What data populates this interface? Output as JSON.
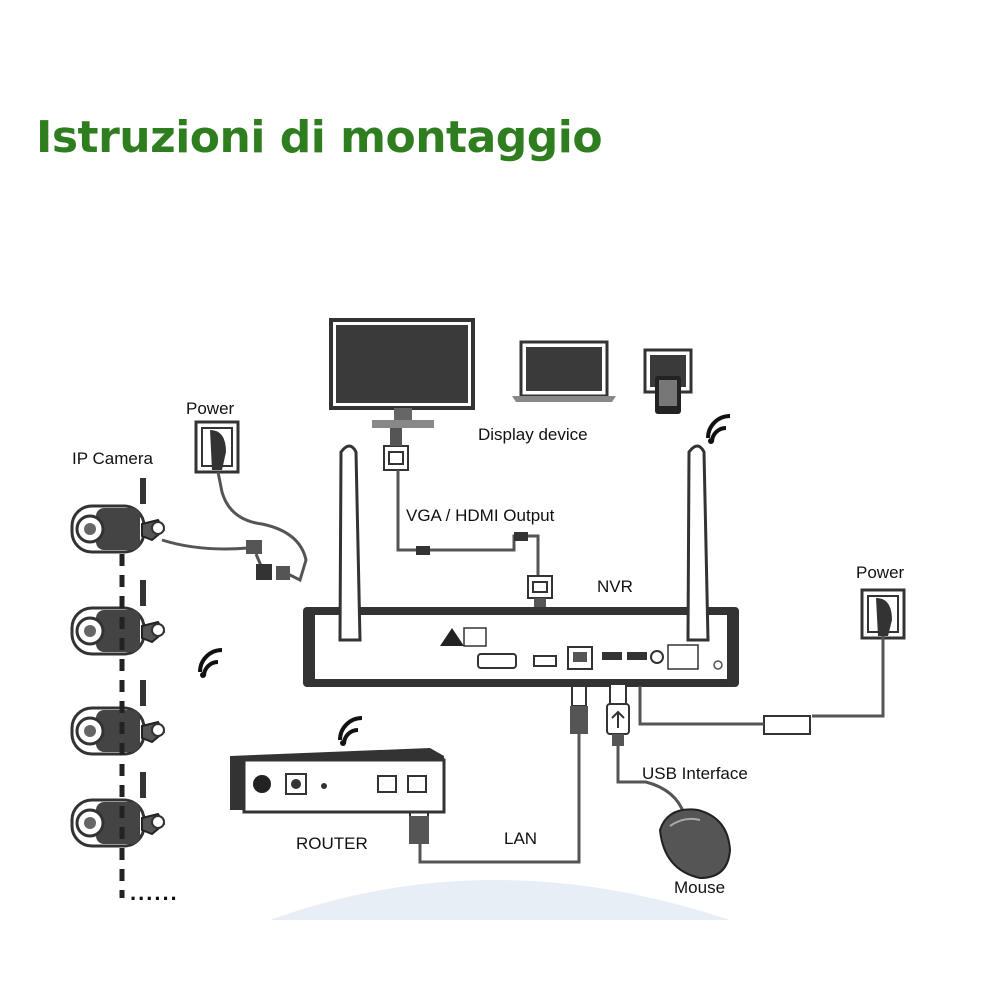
{
  "title": "Istruzioni di montaggio",
  "labels": {
    "power_left": "Power",
    "ip_camera": "IP Camera",
    "display_device": "Display device",
    "vga_hdmi": "VGA / HDMI Output",
    "nvr": "NVR",
    "power_right": "Power",
    "usb_interface": "USB Interface",
    "router": "ROUTER",
    "lan": "LAN",
    "mouse": "Mouse",
    "dots": "......"
  },
  "colors": {
    "title": "#2e7d1f",
    "ink": "#111111",
    "device": "#333333",
    "screen": "#3a3a3a",
    "cable": "#555555",
    "bg_arc": "#e8eef5"
  },
  "icons": [
    "wifi-icon",
    "camera-icon",
    "monitor-icon",
    "laptop-icon",
    "tablet-icon",
    "antenna-icon",
    "plug-icon",
    "mouse-icon",
    "router-icon"
  ]
}
